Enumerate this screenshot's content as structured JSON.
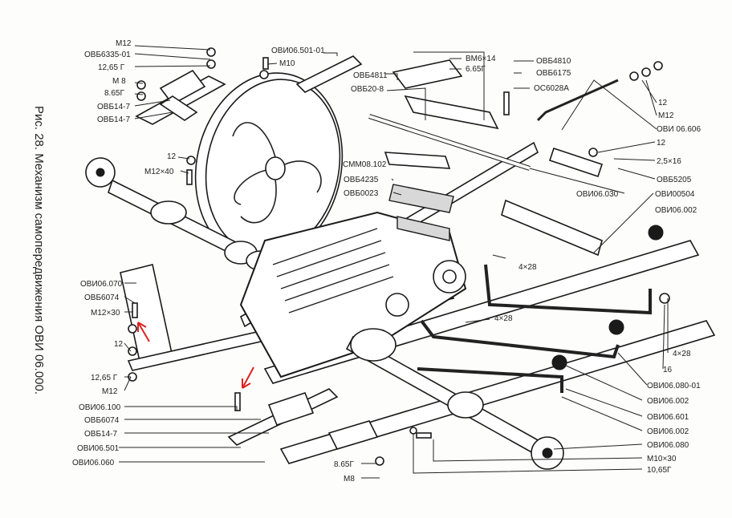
{
  "caption": "Рис. 28. Механизм самопередвижения ОВИ 06.000.",
  "labels": {
    "m12_top": "М12",
    "ovb6335_01": "ОВБ6335-01",
    "w1265g_top": "12,65 Г",
    "m8_top": "М 8",
    "w865g_top": "8.65Г",
    "ovb14_7_a": "ОВБ14-7",
    "ovb14_7_b": "ОВБ14-7",
    "w12_mid": "12",
    "m12x40": "М12×40",
    "ovi06_501_01": "ОВИ06.501-01",
    "m10": "М10",
    "ovb4811": "ОВБ4811",
    "ovb20_8": "ОВБ20-8",
    "smm08_102": "СММ08.102",
    "ovb4235": "ОВБ4235",
    "ovb0023": "ОВБ0023",
    "vm6x14": "ВМ6×14",
    "w665g": "6.65Г",
    "ovb4810": "ОВБ4810",
    "ovb6175": "ОВБ6175",
    "os6028a": "ОС6028А",
    "w12_right": "12",
    "m12_right": "М12",
    "ovi06_606": "ОВИ 06.606",
    "w12_r2": "12",
    "pin25x16": "2,5×16",
    "ovb5205": "ОВБ5205",
    "ovi06_030": "ОВИ06.030",
    "ovi00504": "ОВИ00504",
    "ovi06_002_top": "ОВИ06.002",
    "pin4x28_a": "4×28",
    "pin4x28_b": "4×28",
    "pin4x28_c": "4×28",
    "n16": "16",
    "ovi06_080_01": "ОВИ06.080-01",
    "ovi06_002_b": "ОВИ06.002",
    "ovi06_601": "ОВИ06.601",
    "ovi06_002_c": "ОВИ06.002",
    "ovi06_080": "ОВИ06.080",
    "m10x30": "М10×30",
    "w1065g": "10,65Г",
    "ovi06_070": "ОВИ06.070",
    "ovb6074_a": "ОВБ6074",
    "m12x30": "М12×30",
    "w12_left": "12",
    "w1265g_low": "12,65 Г",
    "m12_low": "М12",
    "ovi06_100": "ОВИ06.100",
    "ovb6074_b": "ОВБ6074",
    "ovb14_7_c": "ОВБ14-7",
    "ovi06_501": "ОВИ06.501",
    "ovi06_060": "ОВИ06.060",
    "w865g_low": "8.65Г",
    "m8_low": "М8"
  },
  "colors": {
    "annotation_arrow": "#d22222",
    "ink": "#1a1a1a",
    "paper": "#fdfdfb"
  }
}
